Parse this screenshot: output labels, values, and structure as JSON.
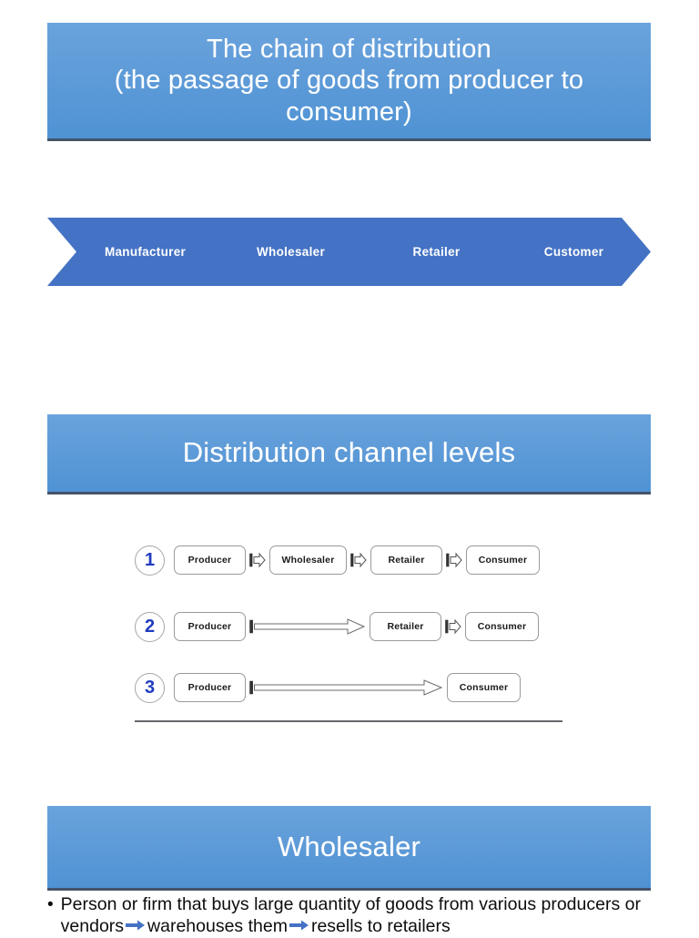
{
  "slides": {
    "chain": {
      "header_title": "The chain of distribution\n(the passage of goods from producer to\nconsumer)",
      "header_line_1": "The chain of distribution",
      "header_line_2": "(the passage of goods from producer to",
      "header_line_3": "consumer)",
      "chevrons": [
        {
          "label": "Manufacturer"
        },
        {
          "label": "Wholesaler"
        },
        {
          "label": "Retailer"
        },
        {
          "label": "Customer"
        }
      ]
    },
    "levels": {
      "header_title": "Distribution channel levels",
      "rows": [
        {
          "number": "1",
          "nodes": [
            "Producer",
            "Wholesaler",
            "Retailer",
            "Consumer"
          ],
          "connectors": [
            "short-arrow",
            "short-arrow",
            "short-arrow"
          ]
        },
        {
          "number": "2",
          "nodes": [
            "Producer",
            "Retailer",
            "Consumer"
          ],
          "connectors": [
            "long-arrow",
            "short-arrow"
          ]
        },
        {
          "number": "3",
          "nodes": [
            "Producer",
            "Consumer"
          ],
          "connectors": [
            "long-arrow"
          ]
        }
      ]
    },
    "wholesaler": {
      "header_title": "Wholesaler",
      "bullet_marker": "•",
      "bullet_text_part_1": "Person or firm that buys large quantity of goods from various producers or vendors",
      "bullet_text_part_2": "warehouses them",
      "bullet_text_part_3": "resells to retailers"
    }
  },
  "colors": {
    "header_gradient_top": "#6aa3dd",
    "header_gradient_bottom": "#4f93d4",
    "header_bottom_border": "#44546a",
    "chevron_blue": "#4472c4",
    "number_blue": "#1f3bbf",
    "box_border_gray": "#9a9a9a",
    "divider_gray": "#66666b",
    "inline_arrow_blue": "#4472c4",
    "page_background": "#ffffff",
    "header_text": "#ffffff",
    "body_text": "#0d0d0d"
  }
}
